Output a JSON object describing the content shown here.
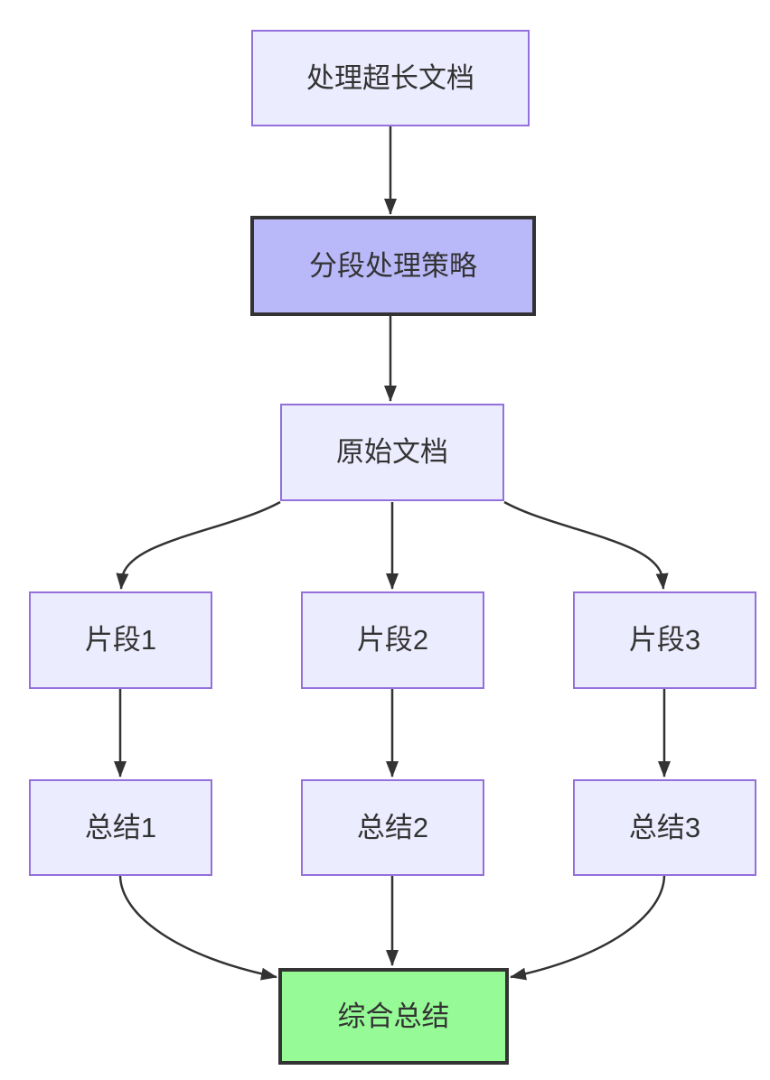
{
  "diagram": {
    "type": "flowchart",
    "direction": "top-down",
    "background": "#ffffff",
    "colors": {
      "background": "#ffffff",
      "node_fill": "#ececff",
      "node_border": "#9370db",
      "highlight_fill": "#b9b9fa",
      "highlight_border": "#333333",
      "result_fill": "#96fa96",
      "result_border": "#333333",
      "edge": "#333333",
      "text": "#333333"
    },
    "nodes": [
      {
        "id": "doc",
        "label": "处理超长文档",
        "style": "default"
      },
      {
        "id": "strategy",
        "label": "分段处理策略",
        "style": "highlight"
      },
      {
        "id": "source",
        "label": "原始文档",
        "style": "default"
      },
      {
        "id": "chunk1",
        "label": "片段1",
        "style": "default"
      },
      {
        "id": "chunk2",
        "label": "片段2",
        "style": "default"
      },
      {
        "id": "chunk3",
        "label": "片段3",
        "style": "default"
      },
      {
        "id": "summary1",
        "label": "总结1",
        "style": "default"
      },
      {
        "id": "summary2",
        "label": "总结2",
        "style": "default"
      },
      {
        "id": "summary3",
        "label": "总结3",
        "style": "default"
      },
      {
        "id": "final",
        "label": "综合总结",
        "style": "result"
      }
    ],
    "edges": [
      {
        "from": "doc",
        "to": "strategy"
      },
      {
        "from": "strategy",
        "to": "source"
      },
      {
        "from": "source",
        "to": "chunk1"
      },
      {
        "from": "source",
        "to": "chunk2"
      },
      {
        "from": "source",
        "to": "chunk3"
      },
      {
        "from": "chunk1",
        "to": "summary1"
      },
      {
        "from": "chunk2",
        "to": "summary2"
      },
      {
        "from": "chunk3",
        "to": "summary3"
      },
      {
        "from": "summary1",
        "to": "final"
      },
      {
        "from": "summary2",
        "to": "final"
      },
      {
        "from": "summary3",
        "to": "final"
      }
    ]
  }
}
